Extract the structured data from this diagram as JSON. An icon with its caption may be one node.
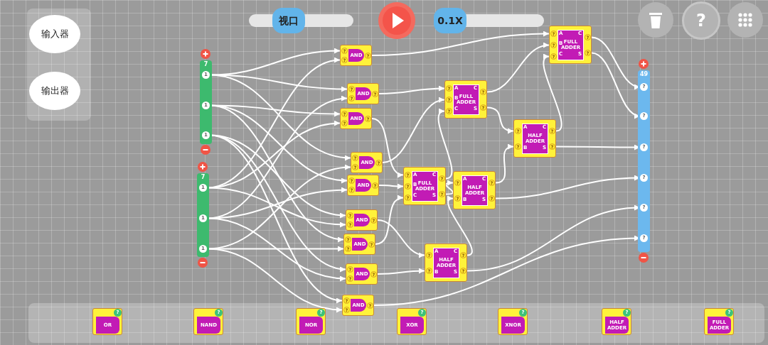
{
  "diagram": {
    "nodes": [
      {
        "text": [
          "7"
        ]
      },
      {
        "text": [
          "1"
        ],
        "in": 0
      },
      {
        "text": [
          "1"
        ],
        "in": 0
      },
      {
        "text": [
          "1"
        ],
        "in": 0
      },
      {
        "text": [
          "7"
        ]
      },
      {
        "text": [
          "1"
        ],
        "in": 4
      },
      {
        "text": [
          "1"
        ],
        "in": 4
      },
      {
        "text": [
          "1"
        ],
        "in": 4
      },
      {
        "text": [
          "AND",
          "?",
          "?",
          "?"
        ]
      },
      {
        "text": [
          "AND",
          "?",
          "?",
          "?"
        ]
      },
      {
        "text": [
          "AND",
          "?",
          "?",
          "?"
        ]
      },
      {
        "text": [
          "AND",
          "?",
          "?",
          "?"
        ]
      },
      {
        "text": [
          "AND",
          "?",
          "?",
          "?"
        ]
      },
      {
        "text": [
          "AND",
          "?",
          "?",
          "?"
        ]
      },
      {
        "text": [
          "AND",
          "?",
          "?",
          "?"
        ]
      },
      {
        "text": [
          "AND",
          "?",
          "?",
          "?"
        ]
      },
      {
        "text": [
          "AND",
          "?",
          "?",
          "?"
        ]
      },
      {
        "text": [
          "FULL ADDER",
          "A",
          "B",
          "C",
          "C",
          "S",
          "?",
          "?",
          "?",
          "?",
          "?"
        ]
      },
      {
        "text": [
          "FULL ADDER",
          "A",
          "B",
          "C",
          "C",
          "S",
          "?",
          "?",
          "?",
          "?",
          "?"
        ]
      },
      {
        "text": [
          "HALF ADDER",
          "A",
          "B",
          "C",
          "S",
          "?",
          "?",
          "?",
          "?"
        ]
      },
      {
        "text": [
          "FULL ADDER",
          "A",
          "B",
          "C",
          "C",
          "S",
          "?",
          "?",
          "?",
          "?",
          "?"
        ]
      },
      {
        "text": [
          "HALF ADDER",
          "A",
          "B",
          "C",
          "S",
          "?",
          "?",
          "?",
          "?"
        ]
      },
      {
        "text": [
          "HALF ADDER",
          "A",
          "B",
          "C",
          "S",
          "?",
          "?",
          "?",
          "?"
        ]
      },
      {
        "text": [
          "49"
        ]
      },
      {
        "text": [
          "?"
        ],
        "in": 23
      },
      {
        "text": [
          "?"
        ],
        "in": 23
      },
      {
        "text": [
          "?"
        ],
        "in": 23
      },
      {
        "text": [
          "?"
        ],
        "in": 23
      },
      {
        "text": [
          "?"
        ],
        "in": 23
      },
      {
        "text": [
          "?"
        ],
        "in": 23
      },
      {
        "text": [
          "输入器"
        ]
      },
      {
        "text": [
          "输出器"
        ]
      },
      {
        "text": [
          "?",
          "OR"
        ]
      },
      {
        "text": [
          "?",
          "NAND"
        ]
      },
      {
        "text": [
          "?",
          "NOR"
        ]
      },
      {
        "text": [
          "?",
          "XOR"
        ]
      },
      {
        "text": [
          "?",
          "XNOR"
        ]
      },
      {
        "text": [
          "?",
          "HALF ADDER"
        ]
      },
      {
        "text": [
          "?",
          "FULL ADDER"
        ]
      }
    ],
    "edges": [
      {
        "from": 1,
        "to": 8,
        "arrow": "to"
      },
      {
        "from": 5,
        "to": 8,
        "arrow": "to"
      },
      {
        "from": 1,
        "to": 9,
        "arrow": "to"
      },
      {
        "from": 6,
        "to": 9,
        "arrow": "to"
      },
      {
        "from": 2,
        "to": 10,
        "arrow": "to"
      },
      {
        "from": 5,
        "to": 10,
        "arrow": "to"
      },
      {
        "from": 1,
        "to": 11,
        "arrow": "to"
      },
      {
        "from": 7,
        "to": 11,
        "arrow": "to"
      },
      {
        "from": 2,
        "to": 12,
        "arrow": "to"
      },
      {
        "from": 6,
        "to": 12,
        "arrow": "to"
      },
      {
        "from": 3,
        "to": 13,
        "arrow": "to"
      },
      {
        "from": 5,
        "to": 13,
        "arrow": "to"
      },
      {
        "from": 2,
        "to": 14,
        "arrow": "to"
      },
      {
        "from": 7,
        "to": 14,
        "arrow": "to"
      },
      {
        "from": 3,
        "to": 15,
        "arrow": "to"
      },
      {
        "from": 6,
        "to": 15,
        "arrow": "to"
      },
      {
        "from": 3,
        "to": 16,
        "arrow": "to"
      },
      {
        "from": 7,
        "to": 16,
        "arrow": "to"
      },
      {
        "from": 8,
        "to": 17,
        "arrow": "to"
      },
      {
        "from": 9,
        "to": 18,
        "arrow": "to"
      },
      {
        "from": 10,
        "to": 20,
        "arrow": "to"
      },
      {
        "from": 11,
        "to": 18,
        "arrow": "to"
      },
      {
        "from": 12,
        "to": 20,
        "arrow": "to"
      },
      {
        "from": 13,
        "to": 22,
        "arrow": "to"
      },
      {
        "from": 14,
        "to": 20,
        "arrow": "to"
      },
      {
        "from": 15,
        "to": 22,
        "arrow": "to"
      },
      {
        "from": 16,
        "to": 29,
        "arrow": "to"
      },
      {
        "from": 18,
        "to": 17,
        "arrow": "to"
      },
      {
        "from": 18,
        "to": 19,
        "arrow": "to"
      },
      {
        "from": 20,
        "to": 18,
        "arrow": "to"
      },
      {
        "from": 20,
        "to": 21,
        "arrow": "to"
      },
      {
        "from": 22,
        "to": 21,
        "arrow": "to"
      },
      {
        "from": 22,
        "to": 28,
        "arrow": "to"
      },
      {
        "from": 21,
        "to": 19,
        "arrow": "to"
      },
      {
        "from": 21,
        "to": 27,
        "arrow": "to"
      },
      {
        "from": 19,
        "to": 17,
        "arrow": "to"
      },
      {
        "from": 19,
        "to": 26,
        "arrow": "to"
      },
      {
        "from": 17,
        "to": 24,
        "arrow": "to"
      },
      {
        "from": 17,
        "to": 25,
        "arrow": "to"
      }
    ],
    "labels": [
      "视口",
      "0.1X",
      "?"
    ]
  }
}
